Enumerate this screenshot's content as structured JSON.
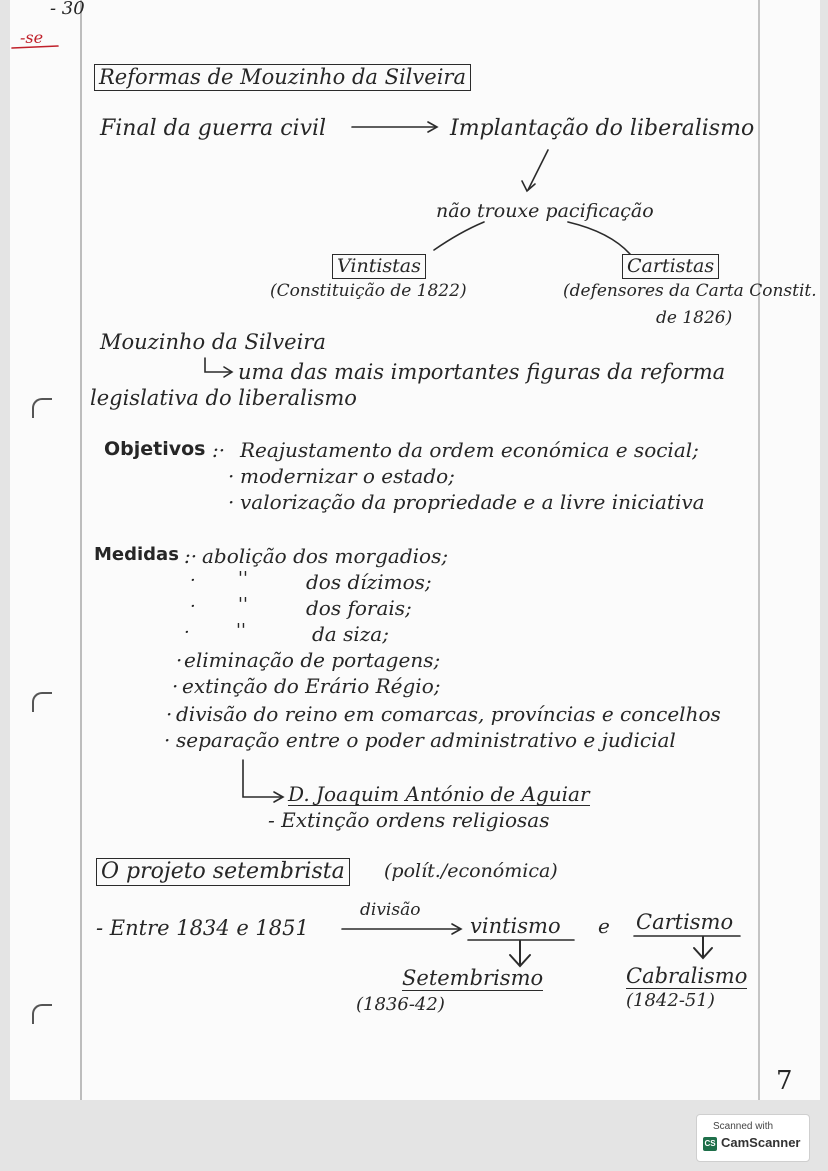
{
  "top_scribble": [
    "- 30",
    "-se"
  ],
  "section1": {
    "title": "Reformas de Mouzinho da Silveira",
    "line1_left": "Final da guerra civil",
    "line1_right": "Implantação do liberalismo",
    "middle": "não trouxe pacificação",
    "vintistas": "Vintistas",
    "vintistas_note": "(Constituição de 1822)",
    "cartistas": "Cartistas",
    "cartistas_note_1": "(defensores da Carta Constit.",
    "cartistas_note_2": "de 1826)",
    "mouzinho": "Mouzinho da Silveira",
    "mouzinho_desc_1": "uma das mais importantes figuras da reforma",
    "mouzinho_desc_2": "legislativa do liberalismo",
    "objetivos_label": "Objetivos",
    "objetivos": [
      "Reajustamento da ordem económica e social;",
      "modernizar o estado;",
      "valorização da propriedade e a livre iniciativa"
    ],
    "medidas_label": "Medidas",
    "medidas": [
      "abolição dos morgadios;",
      "dos dízimos;",
      "dos forais;",
      "da siza;",
      "eliminação de portagens;",
      "extinção do Erário Régio;",
      "divisão do reino em comarcas, províncias e concelhos",
      "separação entre o poder administrativo e judicial"
    ],
    "ditto": "''",
    "sub_1": "D. Joaquim António de Aguiar",
    "sub_2": "- Extinção ordens religiosas"
  },
  "section2": {
    "title": "O projeto setembrista",
    "title_note": "(polít./económica)",
    "line_left": "- Entre 1834 e 1851",
    "arrow_label": "divisão",
    "vintismo": "vintismo",
    "conj": "e",
    "cartismo": "Cartismo",
    "setembrismo": "Setembrismo",
    "setembrismo_years": "(1836-42)",
    "cabralismo": "Cabralismo",
    "cabralismo_years": "(1842-51)"
  },
  "page_number": "7",
  "watermark": {
    "line1": "Scanned with",
    "logo": "CS",
    "brand": "CamScanner"
  }
}
